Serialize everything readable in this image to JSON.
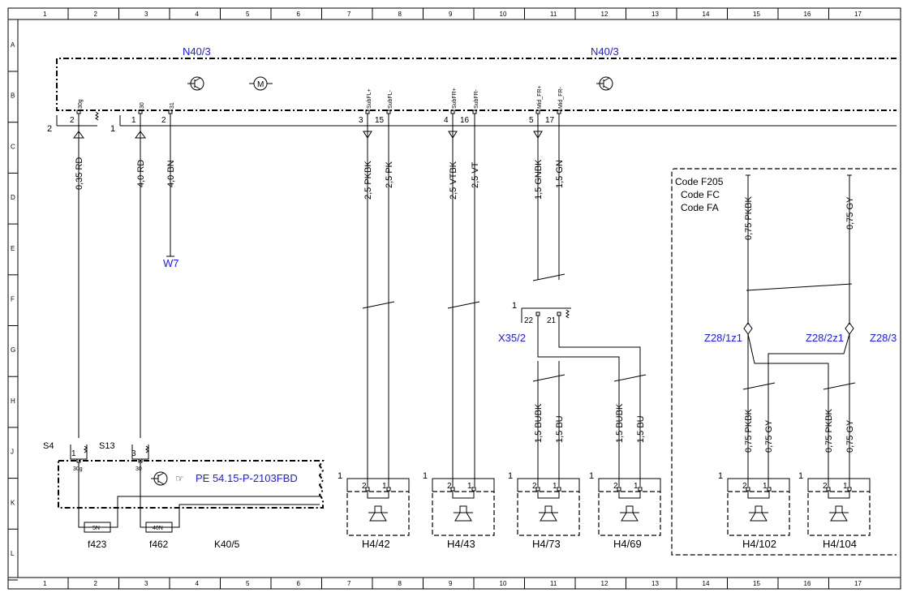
{
  "grid": {
    "columns": [
      "1",
      "2",
      "3",
      "4",
      "5",
      "6",
      "7",
      "8",
      "9",
      "10",
      "11",
      "12",
      "13",
      "14",
      "15",
      "16",
      "17"
    ],
    "rows": [
      "A",
      "B",
      "C",
      "D",
      "E",
      "F",
      "G",
      "H",
      "J",
      "K",
      "L"
    ]
  },
  "components": {
    "n40_left": "N40/3",
    "n40_right": "N40/3",
    "w7": "W7",
    "x35": "X35/2",
    "z28_1": "Z28/1z1",
    "z28_2": "Z28/2z1",
    "z28_3": "Z28/3",
    "k40": "K40/5",
    "f423": "f423",
    "f462": "f462",
    "s4": "S4",
    "s13": "S13",
    "pe_ref": "PE 54.15-P-2103FBD",
    "fuse_5n": "5N",
    "fuse_40n": "40N"
  },
  "code_box": [
    "Code F205",
    "Code FC",
    "Code FA"
  ],
  "connector_labels": {
    "c2_left": "2",
    "c1_left": "1",
    "x35_1": "1",
    "j1_left": "1",
    "j1_43": "1",
    "j1_73": "1",
    "j1_69": "1",
    "j1_102": "1",
    "j1_104": "1"
  },
  "pins_top": [
    {
      "label": "30g",
      "pin": "2"
    },
    {
      "label": "30",
      "pin": "1"
    },
    {
      "label": "31",
      "pin": "2"
    },
    {
      "label": "SubFL+",
      "pin": "3"
    },
    {
      "label": "SubFL-",
      "pin": "15"
    },
    {
      "label": "SubFR+",
      "pin": "4"
    },
    {
      "label": "SubFR-",
      "pin": "16"
    },
    {
      "label": "Mid_FR+",
      "pin": "5"
    },
    {
      "label": "Mid_FR-",
      "pin": "17"
    }
  ],
  "wires_upper": [
    "0,35 RD",
    "4,0 RD",
    "4,0 BN",
    "2,5 PKBK",
    "2,5 PK",
    "2,5 VTBK",
    "2,5 VT",
    "1,5 GNBK",
    "1,5 GN",
    "0,75 PKBK",
    "0,75 GY"
  ],
  "wires_lower": [
    "1,5 BUBK",
    "1,5 BU",
    "1,5 BUBK",
    "1,5 BU",
    "0,75 PKBK",
    "0,75 GY",
    "0,75 PKBK",
    "0,75 GY"
  ],
  "x35_pins": [
    "22",
    "21"
  ],
  "speaker_pins": [
    "2",
    "1"
  ],
  "k40_pins": {
    "s4_pin": "1",
    "s4_term": "30g",
    "s13_pin": "3",
    "s13_term": "30"
  },
  "speakers": [
    "H4/42",
    "H4/43",
    "H4/73",
    "H4/69",
    "H4/102",
    "H4/104"
  ]
}
